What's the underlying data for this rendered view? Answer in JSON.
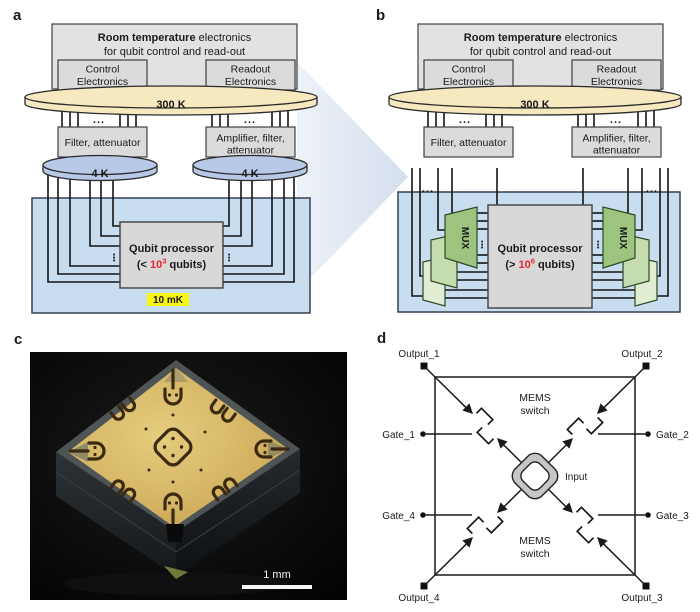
{
  "fig": {
    "a": "a",
    "b": "b",
    "c": "c",
    "d": "d"
  },
  "stack": {
    "room_bold": "Room temperature",
    "room_rest": " electronics",
    "room_sub": "for qubit control and read-out",
    "control1": "Control",
    "control2": "Electronics",
    "readout1": "Readout",
    "readout2": "Electronics",
    "t300": "300 K",
    "filter": "Filter, attenuator",
    "amp1": "Amplifier, filter,",
    "amp2": "attenuator",
    "t4": "4 K",
    "dots_h": "...",
    "dots_v": "⋮"
  },
  "panel_a": {
    "proc": "Qubit processor",
    "pre": "(< ",
    "base": "10",
    "exp": "3",
    "post": " qubits)",
    "t10mk": "10 mK"
  },
  "panel_b": {
    "proc": "Qubit processor",
    "pre": "(> ",
    "base": "10",
    "exp": "6",
    "post": " qubits)",
    "mux": "MUX"
  },
  "panel_c": {
    "scale": "1 mm"
  },
  "panel_d": {
    "outputs": [
      "Output_1",
      "Output_2",
      "Output_3",
      "Output_4"
    ],
    "gates": [
      "Gate_1",
      "Gate_2",
      "Gate_3",
      "Gate_4"
    ],
    "mems1": "MEMS",
    "mems2": "switch",
    "input": "Input"
  },
  "colors": {
    "t300": "#f6e9c0",
    "t4": "#b7c9e6",
    "cryo": "#c9ddf1",
    "box": "#e2e2e2",
    "subbox": "#dbdbdb",
    "proc": "#d8d8d8",
    "mux1": "#9cc47e",
    "mux2": "#c5dcae",
    "mux3": "#e0edd3",
    "red": "#e8242c",
    "yellow": "#f8f616",
    "dark_red": "#8a1a1a"
  }
}
